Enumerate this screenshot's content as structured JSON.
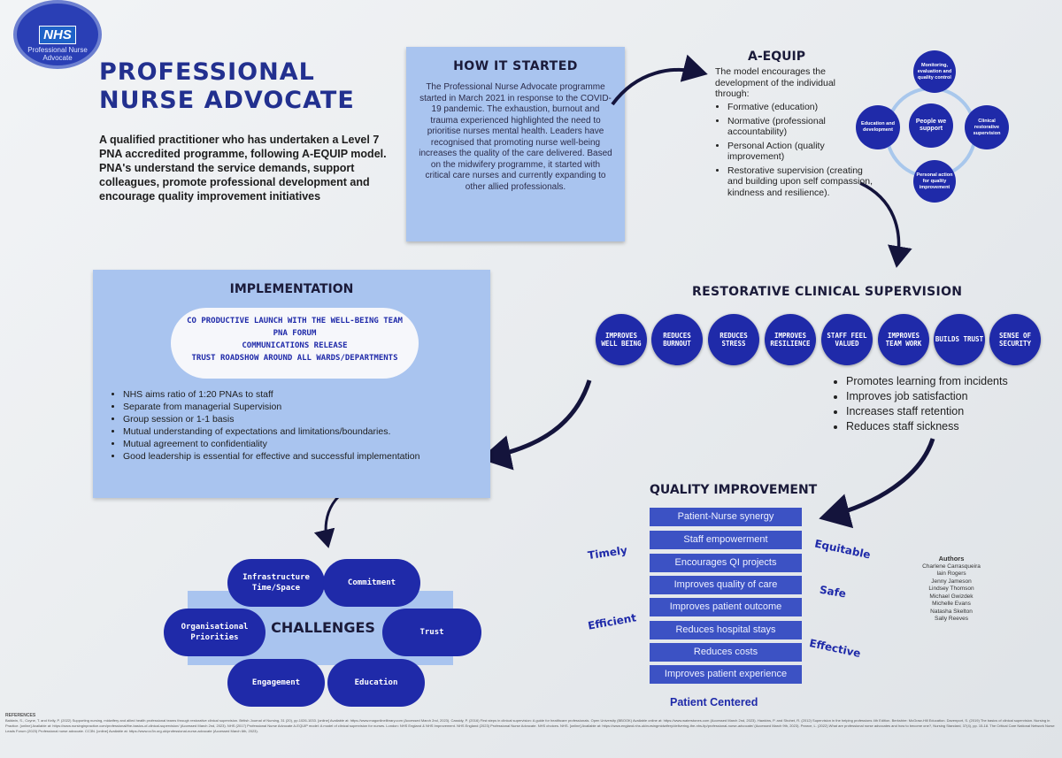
{
  "logo": {
    "text": "NHS",
    "ring_text": "Professional Nurse Advocate"
  },
  "title": "PROFESSIONAL NURSE ADVOCATE",
  "intro": {
    "p1": "A qualified practitioner who has undertaken a Level 7 PNA accredited programme, following A-EQUIP model.",
    "p2": "PNA's understand the service demands, support colleagues, promote professional development and encourage quality improvement initiatives"
  },
  "how_it_started": {
    "heading": "HOW IT STARTED",
    "body": "The Professional Nurse Advocate programme started in March 2021 in response to the COVID-19 pandemic. The exhaustion, burnout and trauma experienced highlighted the need to prioritise nurses mental health. Leaders have recognised that promoting nurse well-being increases the quality of the care delivered. Based on the midwifery programme, it started with critical care nurses and currently expanding to other allied professionals."
  },
  "aequip": {
    "heading": "A-EQUIP",
    "intro": "The model encourages the development of the individual through:",
    "items": [
      "Formative (education)",
      "Normative (professional accountability)",
      "Personal Action (quality improvement)",
      "Restorative supervision (creating and building upon self compassion, kindness and resilience)."
    ],
    "diagram": {
      "top": "Monitoring, evaluation and quality control",
      "left": "Education and development",
      "center": "People we support",
      "right": "Clinical restorative supervision",
      "bottom": "Personal action for quality improvement"
    }
  },
  "implementation": {
    "heading": "IMPLEMENTATION",
    "pill": [
      "CO PRODUCTIVE LAUNCH WITH THE WELL-BEING TEAM",
      "PNA FORUM",
      "COMMUNICATIONS RELEASE",
      "TRUST ROADSHOW AROUND ALL WARDS/DEPARTMENTS"
    ],
    "items": [
      "NHS aims ratio of 1:20 PNAs to staff",
      "Separate from managerial Supervision",
      "Group session or 1-1 basis",
      "Mutual understanding of expectations and limitations/boundaries.",
      "Mutual agreement to confidentiality",
      "Good leadership is essential for effective and successful implementation"
    ]
  },
  "restorative": {
    "heading": "RESTORATIVE CLINICAL SUPERVISION",
    "circles": [
      "IMPROVES WELL BEING",
      "REDUCES BURNOUT",
      "REDUCES STRESS",
      "IMPROVES RESILIENCE",
      "STAFF FEEL VALUED",
      "IMPROVES TEAM WORK",
      "BUILDS TRUST",
      "SENSE OF SECURITY"
    ],
    "benefits": [
      "Promotes learning from incidents",
      "Improves job satisfaction",
      "Increases staff retention",
      "Reduces staff sickness"
    ]
  },
  "quality": {
    "heading": "QUALITY IMPROVEMENT",
    "bars": [
      "Patient-Nurse synergy",
      "Staff empowerment",
      "Encourages QI projects",
      "Improves quality of care",
      "Improves patient outcome",
      "Reduces hospital stays",
      "Reduces costs",
      "Improves patient experience"
    ],
    "sides": {
      "timely": "Timely",
      "efficient": "Efficient",
      "equitable": "Equitable",
      "safe": "Safe",
      "effective": "Effective"
    },
    "footer": "Patient Centered"
  },
  "authors": {
    "heading": "Authors",
    "names": [
      "Charlene Carrasqueira",
      "Iain Rogers",
      "Jenny Jameson",
      "Lindsey Thomson",
      "Michael Gwizdek",
      "Michelle Evans",
      "Natasha Skelton",
      "Sally Reeves"
    ]
  },
  "challenges": {
    "center": "CHALLENGES",
    "items": {
      "infrastructure": "Infrastructure Time/Space",
      "commitment": "Commitment",
      "organisational": "Organisational Priorities",
      "trust": "Trust",
      "engagement": "Engagement",
      "education": "Education"
    }
  },
  "references": {
    "heading": "REFERENCES",
    "text": "Baldwin, S., Coyne, T. and Kelly, P. (2022) Supporting nursing, midwifery and allied health professional teams through restorative clinical supervision. British Journal of Nursing, 31 (20), pp.1026-1033. [online] Available at: https://www.magonlinelibrary.com (Accessed March 2nd, 2023). Cassidy, P. (2016) First steps in clinical supervision: A guide for healthcare professionals. Open University (BBOOK) Available online at: https://www.waterstones.com (Accessed March 2nd, 2023). Hawkins, P. and Shohet, R. (2012) Supervision in the helping professions 4th Edition. Berkshire: McGraw-Hill Education. Davenport, S. (2019) The basics of clinical supervision. Nursing in Practice. [online] Available at: https://www.nursinginpractice.com/professional/the-basics-of-clinical-supervision/ (Accessed March 2nd, 2023). NHS (2017) Professional Nurse Advocate A-EQUIP model: A model of clinical supervision for nurses. London: NHS England & NHS Improvement. NHS England (2023) Professional Nurse Advocate. NHS choices. NHS. [online] Available at: https://www.england.nhs.uk/nursingmidwifery/delivering-the-nhs-ltp/professional-nurse-advocate/ (Accessed March 9th, 2023). Pearce, L. (2022) What are professional nurse advocates and how to become one?, Nursing Standard, 37(4), pp. 15-18. The Critical Care National Network Nurse Leads Forum (2023) Professional nurse advocate. CC3N. [online] Available at: https://www.cc3n.org.uk/professional-nurse-advocate (Accessed March 6th, 2023)."
  }
}
